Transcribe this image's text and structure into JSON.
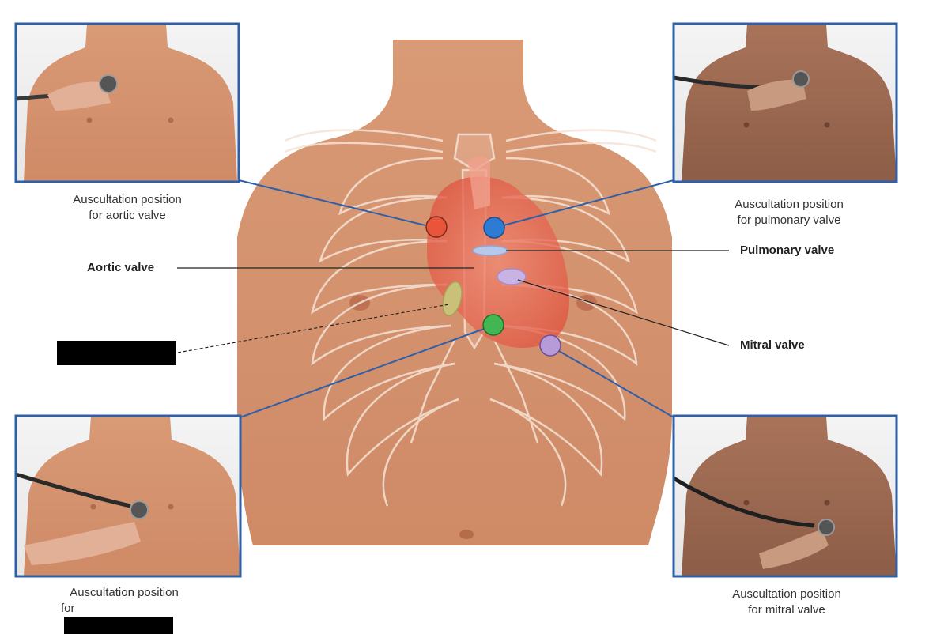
{
  "colors": {
    "leader_blue": "#2f5fa7",
    "leader_black": "#222222",
    "aortic_dot": "#e8553a",
    "pulmonary_dot": "#2e7bd4",
    "tricuspid_dot": "#43b654",
    "mitral_dot": "#b79ad8",
    "redaction": "#000000"
  },
  "photos": [
    {
      "id": "aortic",
      "icon": "stethoscope-photo"
    },
    {
      "id": "pulmonary",
      "icon": "stethoscope-photo"
    },
    {
      "id": "tricuspid",
      "icon": "stethoscope-photo"
    },
    {
      "id": "mitral",
      "icon": "stethoscope-photo"
    }
  ],
  "captions": {
    "aortic": {
      "line1": "Auscultation position",
      "line2": "for aortic valve"
    },
    "pulmonary": {
      "line1": "Auscultation position",
      "line2": "for pulmonary valve"
    },
    "tricuspid": {
      "line1": "Auscultation position",
      "line2_prefix": "for"
    },
    "mitral": {
      "line1": "Auscultation position",
      "line2": "for mitral valve"
    }
  },
  "labels": {
    "aortic_valve": "Aortic valve",
    "pulmonary_valve": "Pulmonary valve",
    "mitral_valve": "Mitral valve"
  }
}
